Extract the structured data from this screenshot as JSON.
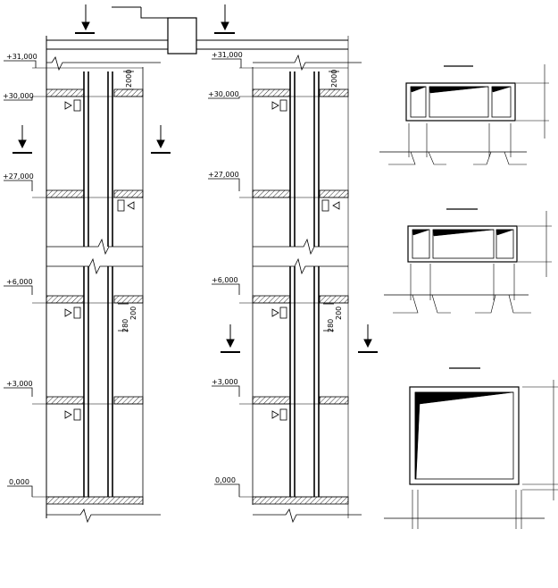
{
  "elevations": {
    "left": {
      "e31": "+31,000",
      "e30": "+30,000",
      "e27": "+27,000",
      "e6": "+6,000",
      "e3": "+3,000",
      "e0": "0,000"
    },
    "right": {
      "e31": "+31,000",
      "e30": "+30,000",
      "e27": "+27,000",
      "e6": "+6,000",
      "e3": "+3,000",
      "e0": "0,000"
    }
  },
  "dims": {
    "left_top": "2000",
    "left_mid_a": "280",
    "left_mid_b": "200",
    "right_top": "2000",
    "right_mid_a": "280",
    "right_mid_b": "200"
  },
  "colors": {
    "ink": "#000000",
    "paper": "#ffffff"
  }
}
